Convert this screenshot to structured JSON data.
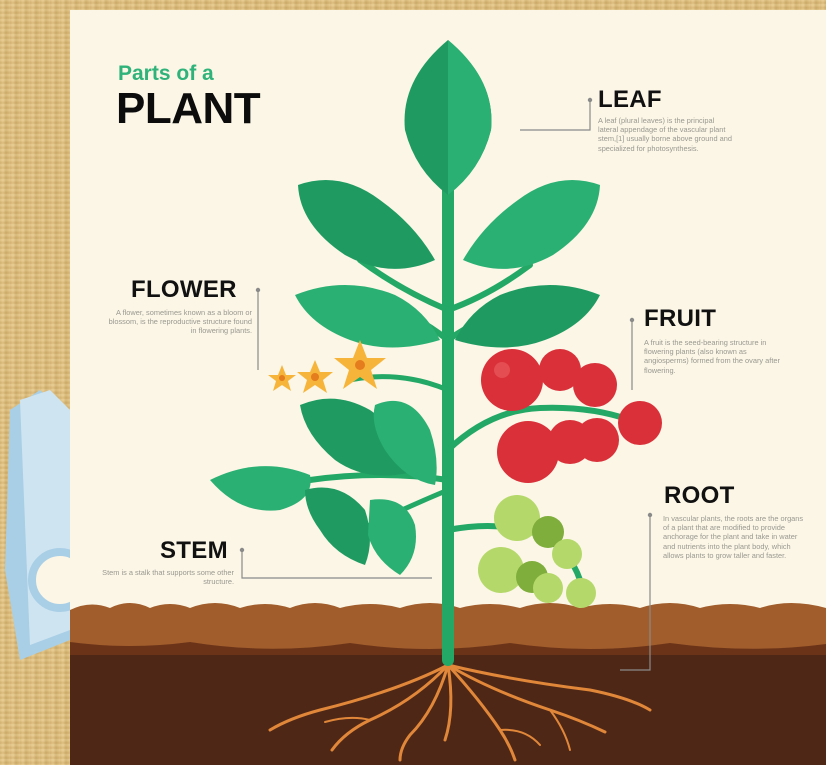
{
  "title": {
    "line1": "Parts of a",
    "line2": "PLANT"
  },
  "parts": {
    "leaf": {
      "label": "LEAF",
      "description": "A leaf (plural leaves) is the principal lateral appendage of the vascular plant stem,[1] usually borne above ground and specialized for photosynthesis."
    },
    "flower": {
      "label": "FLOWER",
      "description": "A flower, sometimes known as a bloom or blossom, is the reproductive structure found in flowering plants."
    },
    "fruit": {
      "label": "FRUIT",
      "description": "A fruit is the seed-bearing structure in flowering plants (also known as angiosperms) formed from the ovary after flowering."
    },
    "root": {
      "label": "ROOT",
      "description": "In vascular plants, the roots are the organs of a plant that are modified to provide anchorage for the plant and take in water and nutrients into the plant body, which allows plants to grow taller and faster."
    },
    "stem": {
      "label": "STEM",
      "description": "Stem is a stalk that supports some other structure."
    }
  },
  "colors": {
    "leaf": "#1f9b62",
    "leaf_light": "#33b97a",
    "fruit_red": "#d9303a",
    "fruit_green": "#b5d86a",
    "flower": "#f7b43a",
    "soil": "#8a4a22",
    "soil_dark": "#4a2413",
    "root": "#e0873a",
    "title_accent": "#2fb37a"
  }
}
